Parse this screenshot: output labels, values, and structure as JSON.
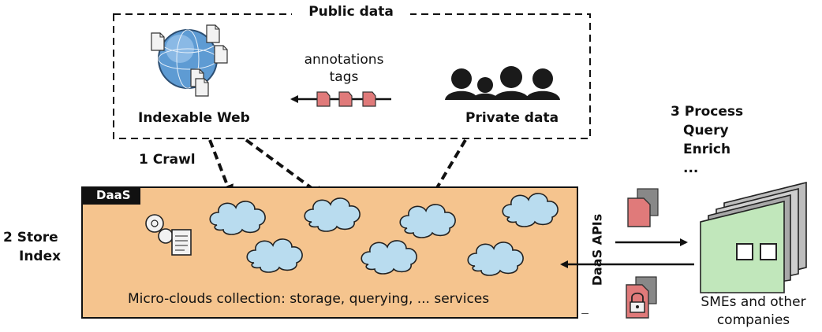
{
  "public_data": {
    "title": "Public data"
  },
  "indexable_web": {
    "label": "Indexable Web"
  },
  "private_data": {
    "label": "Private data"
  },
  "annotations": {
    "line1": "annotations",
    "line2": "tags"
  },
  "steps": {
    "crawl": "1 Crawl",
    "store": [
      "2 Store",
      "Index"
    ],
    "process": [
      "3 Process",
      "Query",
      "Enrich",
      "..."
    ]
  },
  "daas": {
    "tab_label": "DaaS",
    "caption": "Micro-clouds collection: storage, querying, ... services",
    "apis_label": "DaaS APIs"
  },
  "companies": {
    "label": [
      "SMEs and other",
      "companies"
    ]
  },
  "colors": {
    "daas_fill": "#f5c48e",
    "cloud_fill": "#b9dcef",
    "doc_red": "#e07a7a",
    "company_green": "#c1e7bb",
    "globe_blue": "#5e9bd3"
  },
  "icons": [
    "globe-icon",
    "document-icon",
    "people-silhouette-icon",
    "tag-icon",
    "cloud-icon",
    "gears-document-icon",
    "padlock-document-icon",
    "building-icon"
  ]
}
